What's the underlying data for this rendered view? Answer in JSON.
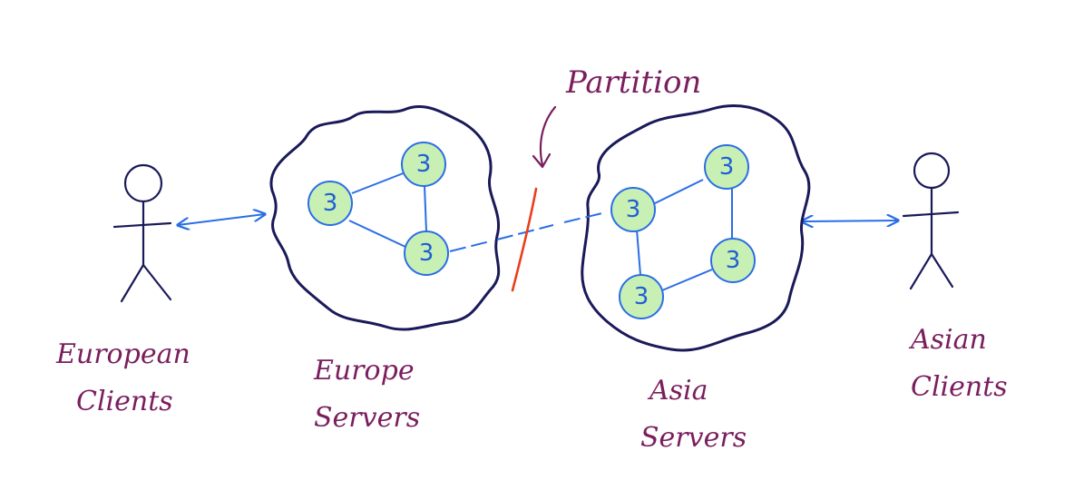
{
  "labels": {
    "partition": "Partition",
    "european_clients_line1": "European",
    "european_clients_line2": "Clients",
    "europe_servers_line1": "Europe",
    "europe_servers_line2": "Servers",
    "asia_servers_line1": "Asia",
    "asia_servers_line2": "Servers",
    "asian_clients_line1": "Asian",
    "asian_clients_line2": "Clients"
  },
  "nodes": {
    "europe": [
      "3",
      "3",
      "3"
    ],
    "asia": [
      "3",
      "3",
      "3",
      "3"
    ]
  },
  "colors": {
    "handwriting": "#7a1e5e",
    "cloud_outline": "#1a1a5a",
    "node_fill": "#c8f0b4",
    "node_stroke": "#2a6ee6",
    "link": "#2a6ee6",
    "partition": "#e8401c",
    "person": "#1a1a5a"
  },
  "icons": {
    "person": "stick-figure-icon",
    "cloud": "cloud-outline-icon",
    "arrow": "double-arrow-icon"
  }
}
